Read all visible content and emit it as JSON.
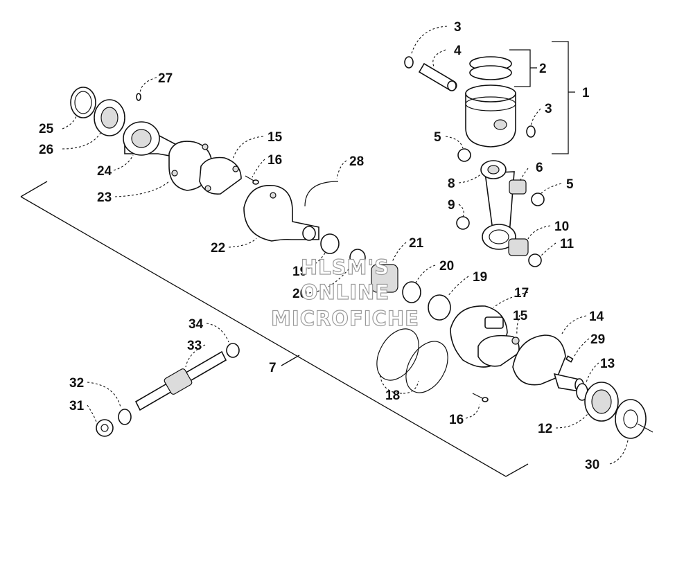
{
  "watermark": {
    "line1": "HLSM'S",
    "line2": "ONLINE",
    "line3": "MICROFICHE"
  },
  "callouts": [
    {
      "id": "p1",
      "label": "1"
    },
    {
      "id": "p2",
      "label": "2"
    },
    {
      "id": "p3a",
      "label": "3"
    },
    {
      "id": "p3b",
      "label": "3"
    },
    {
      "id": "p4",
      "label": "4"
    },
    {
      "id": "p5a",
      "label": "5"
    },
    {
      "id": "p5b",
      "label": "5"
    },
    {
      "id": "p6",
      "label": "6"
    },
    {
      "id": "p7",
      "label": "7"
    },
    {
      "id": "p8",
      "label": "8"
    },
    {
      "id": "p9",
      "label": "9"
    },
    {
      "id": "p10",
      "label": "10"
    },
    {
      "id": "p11",
      "label": "11"
    },
    {
      "id": "p12",
      "label": "12"
    },
    {
      "id": "p13",
      "label": "13"
    },
    {
      "id": "p14",
      "label": "14"
    },
    {
      "id": "p15a",
      "label": "15"
    },
    {
      "id": "p15b",
      "label": "15"
    },
    {
      "id": "p16a",
      "label": "16"
    },
    {
      "id": "p16b",
      "label": "16"
    },
    {
      "id": "p17",
      "label": "17"
    },
    {
      "id": "p18",
      "label": "18"
    },
    {
      "id": "p19a",
      "label": "19"
    },
    {
      "id": "p19b",
      "label": "19"
    },
    {
      "id": "p20a",
      "label": "20"
    },
    {
      "id": "p20b",
      "label": "20"
    },
    {
      "id": "p21",
      "label": "21"
    },
    {
      "id": "p22",
      "label": "22"
    },
    {
      "id": "p23",
      "label": "23"
    },
    {
      "id": "p24",
      "label": "24"
    },
    {
      "id": "p25",
      "label": "25"
    },
    {
      "id": "p26",
      "label": "26"
    },
    {
      "id": "p27",
      "label": "27"
    },
    {
      "id": "p28",
      "label": "28"
    },
    {
      "id": "p29",
      "label": "29"
    },
    {
      "id": "p30",
      "label": "30"
    },
    {
      "id": "p31",
      "label": "31"
    },
    {
      "id": "p32",
      "label": "32"
    },
    {
      "id": "p33",
      "label": "33"
    },
    {
      "id": "p34",
      "label": "34"
    }
  ]
}
